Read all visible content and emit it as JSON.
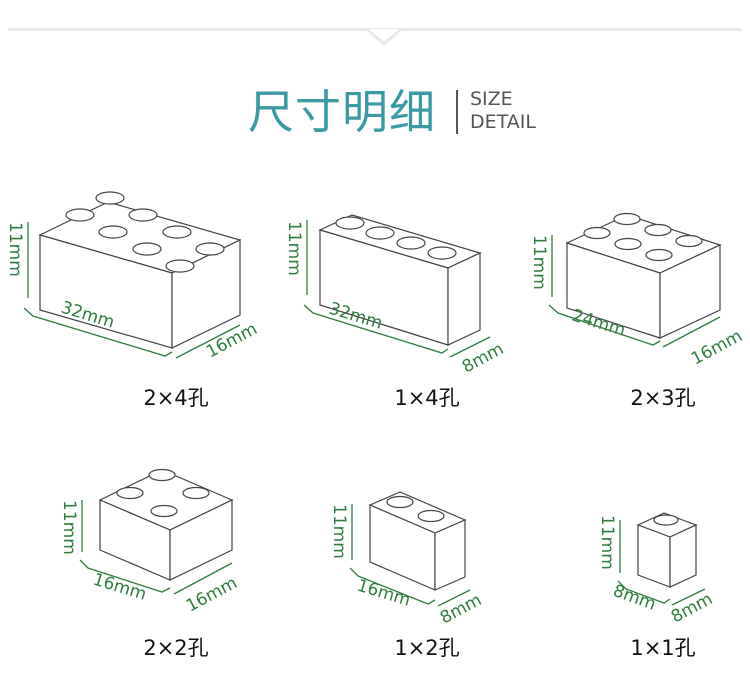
{
  "header": {
    "title_cn": "尺寸明细",
    "title_en_line1": "SIZE",
    "title_en_line2": "DETAIL"
  },
  "bricks": [
    {
      "label": "2×4孔",
      "height": "11mm",
      "length": "32mm",
      "width": "16mm"
    },
    {
      "label": "1×4孔",
      "height": "11mm",
      "length": "32mm",
      "width": "8mm"
    },
    {
      "label": "2×3孔",
      "height": "11mm",
      "length": "24mm",
      "width": "16mm"
    },
    {
      "label": "2×2孔",
      "height": "11mm",
      "length": "16mm",
      "width": "16mm"
    },
    {
      "label": "1×2孔",
      "height": "11mm",
      "length": "16mm",
      "width": "8mm"
    },
    {
      "label": "1×1孔",
      "height": "11mm",
      "length": "8mm",
      "width": "8mm"
    }
  ],
  "colors": {
    "title": "#3a9aa3",
    "dimension": "#2f7d3e",
    "outline": "#444444"
  }
}
